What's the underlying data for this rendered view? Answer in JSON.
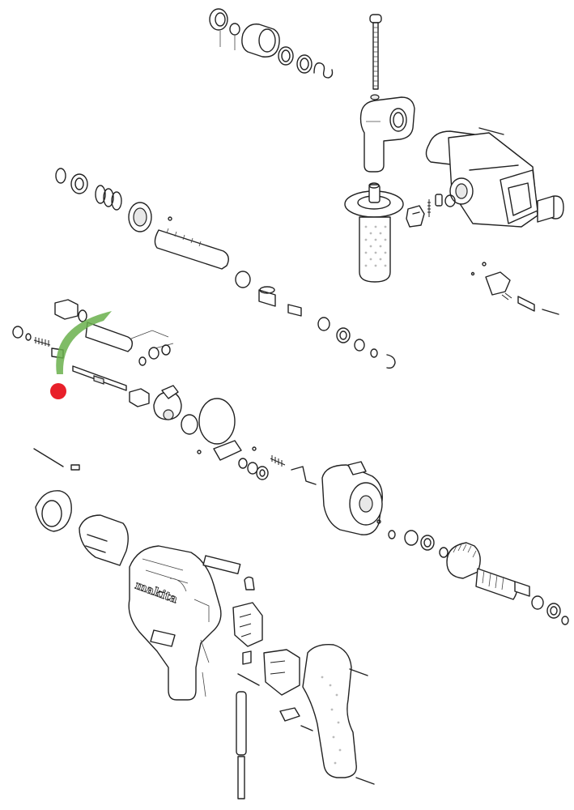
{
  "diagram": {
    "type": "exploded-parts-diagram",
    "subject": "rotary hammer drill",
    "brand_label": "makita",
    "background": "#ffffff",
    "line_color": "#222222",
    "annotations": {
      "arrow_color": "#6ab04c",
      "marker_color": "#e8202a"
    },
    "groups": [
      {
        "name": "tool-holder-seals-and-springs",
        "region": "top-center"
      },
      {
        "name": "side-handle-bolt-and-grip",
        "region": "top-right"
      },
      {
        "name": "gear-housing-front",
        "region": "upper-right"
      },
      {
        "name": "intermediate-shaft-assembly",
        "region": "upper-left"
      },
      {
        "name": "lock-plate-and-lever",
        "region": "right-middle"
      },
      {
        "name": "piston-and-spindle-assembly",
        "region": "center-left"
      },
      {
        "name": "clutch-and-gear-train",
        "region": "center"
      },
      {
        "name": "motor-field-and-armature",
        "region": "lower"
      },
      {
        "name": "motor-housing",
        "region": "lower-left"
      },
      {
        "name": "switch-and-rear-handle",
        "region": "bottom-right"
      }
    ]
  }
}
